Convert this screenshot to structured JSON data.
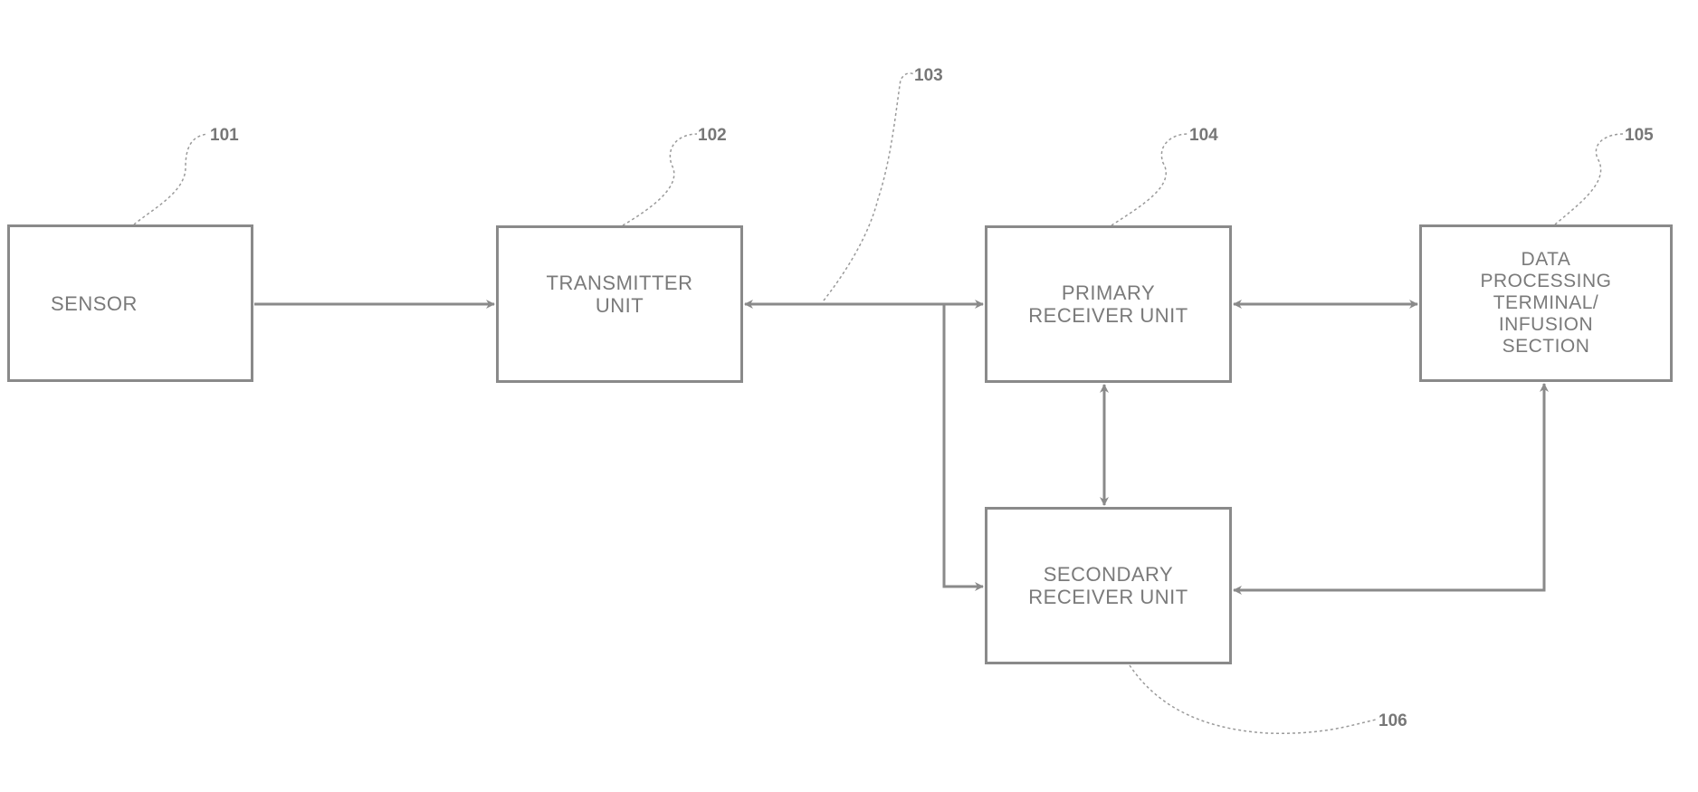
{
  "blocks": {
    "sensor": "SENSOR",
    "transmitter": "TRANSMITTER\nUNIT",
    "primary": "PRIMARY\nRECEIVER UNIT",
    "data_processing": "DATA\nPROCESSING\nTERMINAL/\nINFUSION\nSECTION",
    "secondary": "SECONDARY\nRECEIVER UNIT"
  },
  "refs": {
    "r101": "101",
    "r102": "102",
    "r103": "103",
    "r104": "104",
    "r105": "105",
    "r106": "106"
  },
  "colors": {
    "line": "#8a8a8a",
    "text": "#7a7a7a"
  }
}
